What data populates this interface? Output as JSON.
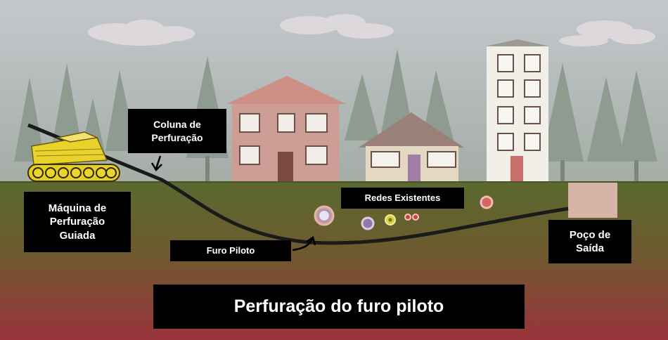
{
  "title": "Perfuração do furo piloto",
  "labels": {
    "drill_column": [
      "Coluna de",
      "Perfuração"
    ],
    "machine": [
      "Máquina de",
      "Perfuração",
      "Guiada"
    ],
    "pilot_hole": "Furo Piloto",
    "existing_networks": "Redes Existentes",
    "exit_pit": [
      "Poço de",
      "Saída"
    ]
  },
  "colors": {
    "sky_top": "#c3c7cc",
    "sky_bottom": "#9ea8a4",
    "soil_top": "#5b6830",
    "soil_bottom": "#96343a",
    "machine": "#e8d22a",
    "pipe": "#1b1b1b",
    "house": "#c79a92"
  }
}
